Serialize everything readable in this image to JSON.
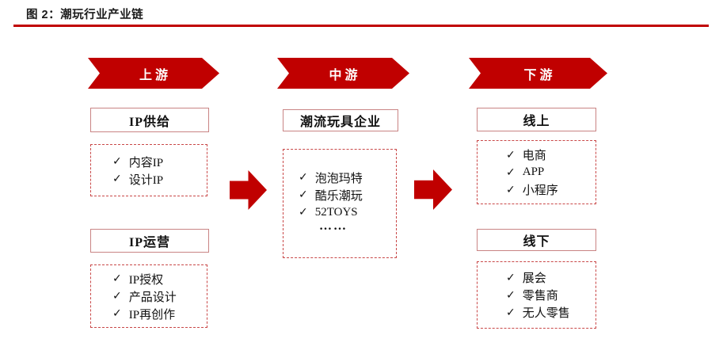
{
  "figure": {
    "title": "图 2：潮玩行业产业链"
  },
  "ui": {
    "check_glyph": "✓"
  },
  "stages": [
    {
      "banner": "上游"
    },
    {
      "banner": "中游"
    },
    {
      "banner": "下游"
    }
  ],
  "upstream": {
    "supply": {
      "header": "IP供给",
      "items": [
        "内容IP",
        "设计IP"
      ]
    },
    "operation": {
      "header": "IP运营",
      "items": [
        "IP授权",
        "产品设计",
        "IP再创作"
      ]
    }
  },
  "midstream": {
    "companies": {
      "header": "潮流玩具企业",
      "items": [
        "泡泡玛特",
        "酷乐潮玩",
        "52TOYS"
      ],
      "ellipsis": "……"
    }
  },
  "downstream": {
    "online": {
      "header": "线上",
      "items": [
        "电商",
        "APP",
        "小程序"
      ]
    },
    "offline": {
      "header": "线下",
      "items": [
        "展会",
        "零售商",
        "无人零售"
      ]
    }
  },
  "colors": {
    "accent_red": "#c00000",
    "solid_box_border": "#c98484",
    "dashed_box_border": "#c94848",
    "text": "#111111"
  }
}
